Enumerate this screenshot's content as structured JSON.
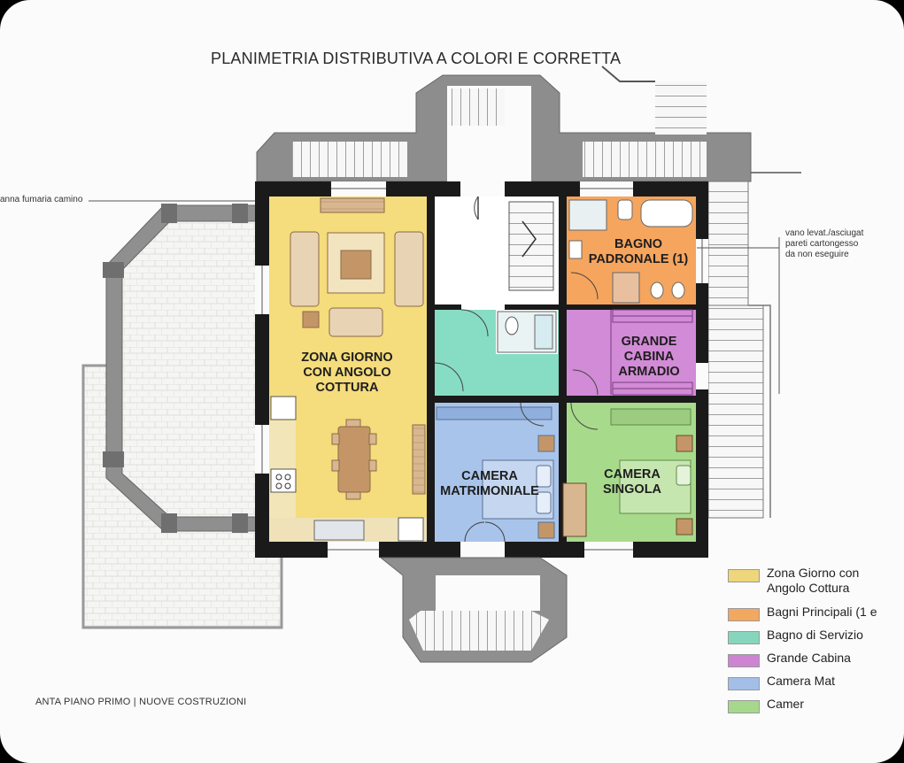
{
  "page": {
    "title": "PLANIMETRIA DISTRIBUTIVA A COLORI E CORRETTA",
    "note_left": "anna fumaria camino",
    "note_right": [
      "vano levat./asciugat",
      "pareti cartongesso",
      "da non eseguire"
    ],
    "footer": "ANTA PIANO PRIMO  |  NUOVE COSTRUZIONI"
  },
  "rooms": {
    "zona_giorno": {
      "lines": [
        "ZONA GIORNO",
        "CON ANGOLO",
        "COTTURA"
      ],
      "color": "#f4dc7e"
    },
    "bagno_padronale": {
      "lines": [
        "BAGNO",
        "PADRONALE (1)"
      ],
      "color": "#f6a55e"
    },
    "grande_cabina": {
      "lines": [
        "GRANDE",
        "CABINA",
        "ARMADIO"
      ],
      "color": "#d18ad6"
    },
    "camera_matrimoniale": {
      "lines": [
        "CAMERA",
        "MATRIMONIALE"
      ],
      "color": "#a9c4ea"
    },
    "camera_singola": {
      "lines": [
        "CAMERA",
        "SINGOLA"
      ],
      "color": "#a8da8c"
    },
    "bagno_servizio": {
      "color": "#86dcc3"
    }
  },
  "legend": [
    {
      "label": "Zona Giorno con",
      "label2": "Angolo Cottura",
      "color": "#efd67a"
    },
    {
      "label": "Bagni Principali (1 e",
      "color": "#f3a860"
    },
    {
      "label": "Bagno di Servizio",
      "color": "#86d6bd"
    },
    {
      "label": "Grande Cabina",
      "color": "#cd85d2"
    },
    {
      "label": "Camera Mat",
      "color": "#a3bfe7"
    },
    {
      "label": "Camer",
      "color": "#a6d88b"
    }
  ]
}
